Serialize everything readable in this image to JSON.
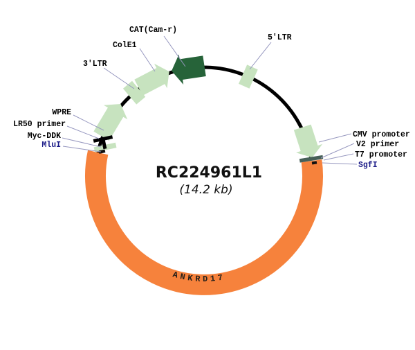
{
  "map": {
    "title": "RC224961L1",
    "size": "(14.2 kb)",
    "orf": "ANKRD17",
    "colors": {
      "backbone": "#000000",
      "orf_orange": "#f6823c",
      "dark_green": "#266339",
      "light_green": "#c7e3bf",
      "marker_bar": "#476058",
      "site_text": "#191987",
      "label_text": "#000000",
      "leader_line": "#9697bf"
    },
    "features": {
      "cat": {
        "label": "CAT(Cam-r)"
      },
      "cole1": {
        "label": "ColE1"
      },
      "ltr3": {
        "label": "3'LTR"
      },
      "ltr5": {
        "label": "5'LTR"
      },
      "wpre": {
        "label": "WPRE"
      },
      "lr50": {
        "label": "LR50 primer"
      },
      "mycddk": {
        "label": "Myc-DDK"
      },
      "mlui": {
        "label": "MluI"
      },
      "cmv": {
        "label": "CMV promoter"
      },
      "v2": {
        "label": "V2 primer"
      },
      "t7": {
        "label": "T7 promoter"
      },
      "sgfi": {
        "label": "SgfI"
      }
    }
  }
}
